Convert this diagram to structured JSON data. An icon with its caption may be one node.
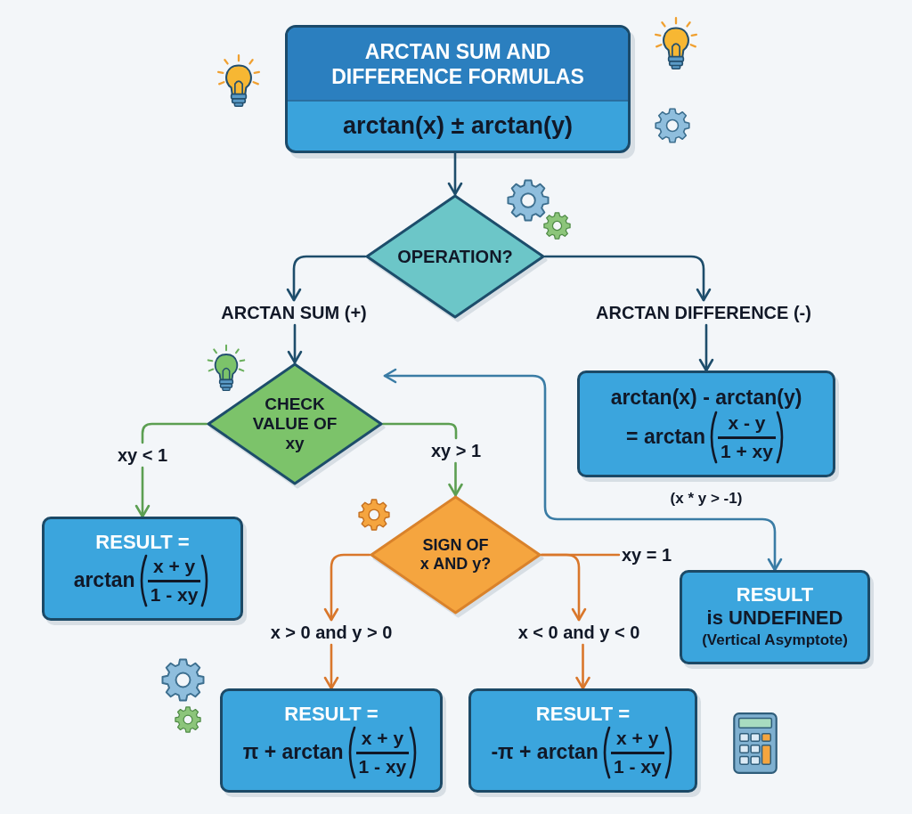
{
  "diagram": {
    "nodes": [
      {
        "text": [
          "ARCTAN SUM AND DIFFERENCE FORMULAS",
          "arctan(x) ± arctan(y)"
        ]
      },
      {
        "text": [
          "OPERATION?"
        ]
      },
      {
        "text": [
          "ARCTAN SUM (+)"
        ]
      },
      {
        "text": [
          "ARCTAN DIFFERENCE (-)"
        ]
      },
      {
        "text": [
          "CHECK VALUE OF xy"
        ]
      },
      {
        "text": [
          "arctan(x) - arctan(y)",
          "= arctan",
          "x - y",
          "1 + xy"
        ],
        "beside": [
          "(x * y > -1)"
        ]
      },
      {
        "text": [
          "xy < 1"
        ]
      },
      {
        "text": [
          "xy > 1"
        ]
      },
      {
        "text": [
          "RESULT =",
          "arctan",
          "x + y",
          "1 - xy"
        ]
      },
      {
        "text": [
          "SIGN OF x AND y?"
        ]
      },
      {
        "text": [
          "xy = 1"
        ]
      },
      {
        "text": [
          "x > 0 and y > 0"
        ]
      },
      {
        "text": [
          "x < 0 and y < 0"
        ]
      },
      {
        "text": [
          "RESULT",
          "is UNDEFINED",
          "(Vertical Asymptote)"
        ]
      },
      {
        "text": [
          "RESULT =",
          "π + arctan",
          "x + y",
          "1 - xy"
        ]
      },
      {
        "text": [
          "RESULT =",
          "-π + arctan",
          "x + y",
          "1 - xy"
        ]
      }
    ],
    "edges": [
      {
        "from": 0,
        "to": 1,
        "arrow": "to"
      },
      {
        "from": 1,
        "to": 2,
        "arrow": "to"
      },
      {
        "from": 1,
        "to": 3,
        "arrow": "to"
      },
      {
        "from": 2,
        "to": 4,
        "arrow": "to"
      },
      {
        "from": 3,
        "to": 5,
        "arrow": "to"
      },
      {
        "from": 4,
        "to": 6,
        "arrow": "none",
        "color": "#5c9f52"
      },
      {
        "from": 4,
        "to": 7,
        "arrow": "none",
        "color": "#5c9f52"
      },
      {
        "from": 6,
        "to": 8,
        "arrow": "to",
        "color": "#5c9f52"
      },
      {
        "from": 7,
        "to": 9,
        "arrow": "to",
        "color": "#5c9f52"
      },
      {
        "from": 9,
        "to": 11,
        "arrow": "to",
        "color": "#d9772b"
      },
      {
        "from": 9,
        "to": 12,
        "arrow": "to",
        "color": "#d9772b"
      },
      {
        "from": 9,
        "to": 10,
        "arrow": "none",
        "color": "#d9772b"
      },
      {
        "from": 11,
        "to": 14,
        "arrow": "to",
        "color": "#d9772b"
      },
      {
        "from": 12,
        "to": 15,
        "arrow": "to",
        "color": "#d9772b"
      },
      {
        "from": 4,
        "to": 13,
        "arrow": "both",
        "color": "#3a7ca5"
      }
    ]
  }
}
